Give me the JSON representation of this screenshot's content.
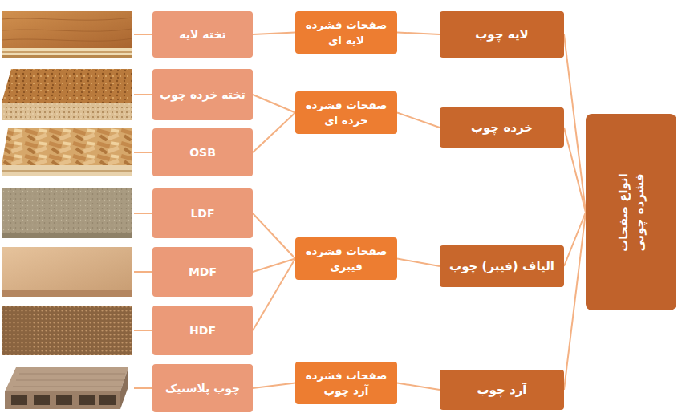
{
  "diagram": {
    "nodes": [
      {
        "text": [
          "انواع صفحات فشرده چوبی"
        ]
      },
      {
        "text": [
          "لایه چوب"
        ]
      },
      {
        "text": [
          "صفحات فشرده لایه ای"
        ]
      },
      {
        "text": [
          "تخته لایه"
        ]
      },
      {
        "text": [
          "خرده چوب"
        ]
      },
      {
        "text": [
          "صفحات فشرده خرده ای"
        ]
      },
      {
        "text": [
          "تخته خرده چوب"
        ]
      },
      {
        "text": [
          "OSB"
        ]
      },
      {
        "text": [
          "الیاف (فیبر) چوب"
        ]
      },
      {
        "text": [
          "صفحات فشرده فیبری"
        ]
      },
      {
        "text": [
          "LDF"
        ]
      },
      {
        "text": [
          "MDF"
        ]
      },
      {
        "text": [
          "HDF"
        ]
      },
      {
        "text": [
          "آرد چوب"
        ]
      },
      {
        "text": [
          "صفحات فشرده آرد چوب"
        ]
      },
      {
        "text": [
          "چوب پلاستیک"
        ]
      }
    ],
    "edges": [
      {
        "from": 0,
        "to": 1,
        "arrow": "none"
      },
      {
        "from": 0,
        "to": 4,
        "arrow": "none"
      },
      {
        "from": 0,
        "to": 8,
        "arrow": "none"
      },
      {
        "from": 0,
        "to": 13,
        "arrow": "none"
      },
      {
        "from": 1,
        "to": 2,
        "arrow": "none"
      },
      {
        "from": 2,
        "to": 3,
        "arrow": "none"
      },
      {
        "from": 4,
        "to": 5,
        "arrow": "none"
      },
      {
        "from": 5,
        "to": 6,
        "arrow": "none"
      },
      {
        "from": 5,
        "to": 7,
        "arrow": "none"
      },
      {
        "from": 8,
        "to": 9,
        "arrow": "none"
      },
      {
        "from": 9,
        "to": 10,
        "arrow": "none"
      },
      {
        "from": 9,
        "to": 11,
        "arrow": "none"
      },
      {
        "from": 9,
        "to": 12,
        "arrow": "none"
      },
      {
        "from": 13,
        "to": 14,
        "arrow": "none"
      },
      {
        "from": 14,
        "to": 15,
        "arrow": "none"
      }
    ]
  }
}
